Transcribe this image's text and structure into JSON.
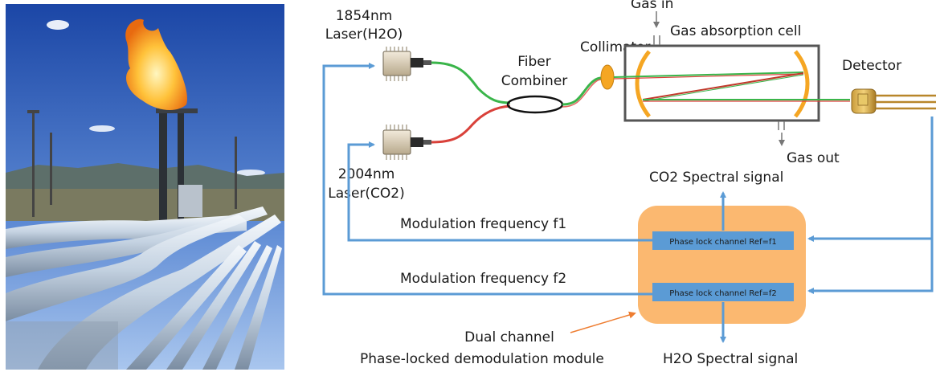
{
  "photo": {
    "alt": "",
    "colors": {
      "sky_top": "#1f4aa8",
      "sky_bottom": "#8fb4e6",
      "pipe": "#d8e2ec",
      "flame": "#ffb020"
    }
  },
  "diagram": {
    "laser_h2o": {
      "line1": "1854nm",
      "line2": "Laser(H2O)"
    },
    "laser_co2": {
      "line1": "2004nm",
      "line2": "Laser(CO2)"
    },
    "fiber_combiner": {
      "line1": "Fiber",
      "line2": "Combiner"
    },
    "collimator": "Collimator",
    "gas_in": "Gas in",
    "gas_cell": "Gas absorption cell",
    "gas_out": "Gas out",
    "detector": "Detector",
    "co2_signal": "CO2 Spectral signal",
    "h2o_signal": "H2O Spectral signal",
    "mod_f1": "Modulation frequency  f1",
    "mod_f2": "Modulation frequency  f2",
    "channel1": "Phase lock channel Ref=f1",
    "channel2": "Phase lock channel Ref=f2",
    "module_line1": "Dual channel",
    "module_line2": "Phase-locked demodulation module",
    "colors": {
      "arrow_blue": "#5b9bd5",
      "module_orange": "#fbb870",
      "channel_blue": "#5b9bd5",
      "mirror_orange": "#f5a623",
      "fiber_green": "#3ab54a",
      "fiber_red": "#d9413a"
    }
  }
}
